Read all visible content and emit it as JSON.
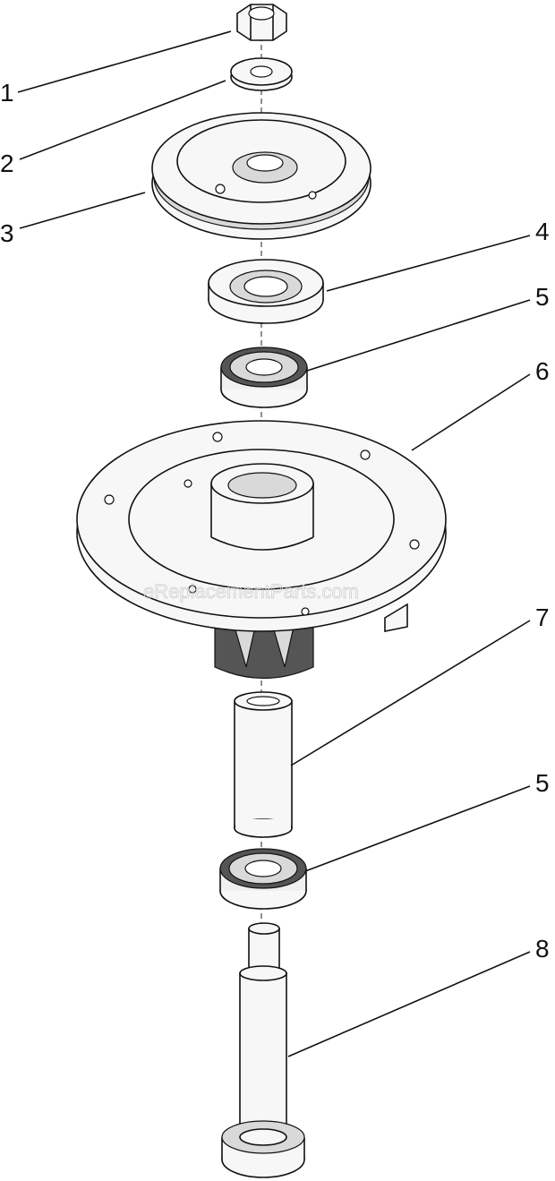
{
  "watermark": "eReplacementParts.com",
  "callouts": [
    {
      "id": "nut",
      "label": "1"
    },
    {
      "id": "washer",
      "label": "2"
    },
    {
      "id": "pulley",
      "label": "3"
    },
    {
      "id": "bearing-cap",
      "label": "4"
    },
    {
      "id": "bearing-upper",
      "label": "5"
    },
    {
      "id": "spindle-housing",
      "label": "6"
    },
    {
      "id": "spacer",
      "label": "7"
    },
    {
      "id": "bearing-lower",
      "label": "5"
    },
    {
      "id": "spindle-shaft",
      "label": "8"
    }
  ]
}
